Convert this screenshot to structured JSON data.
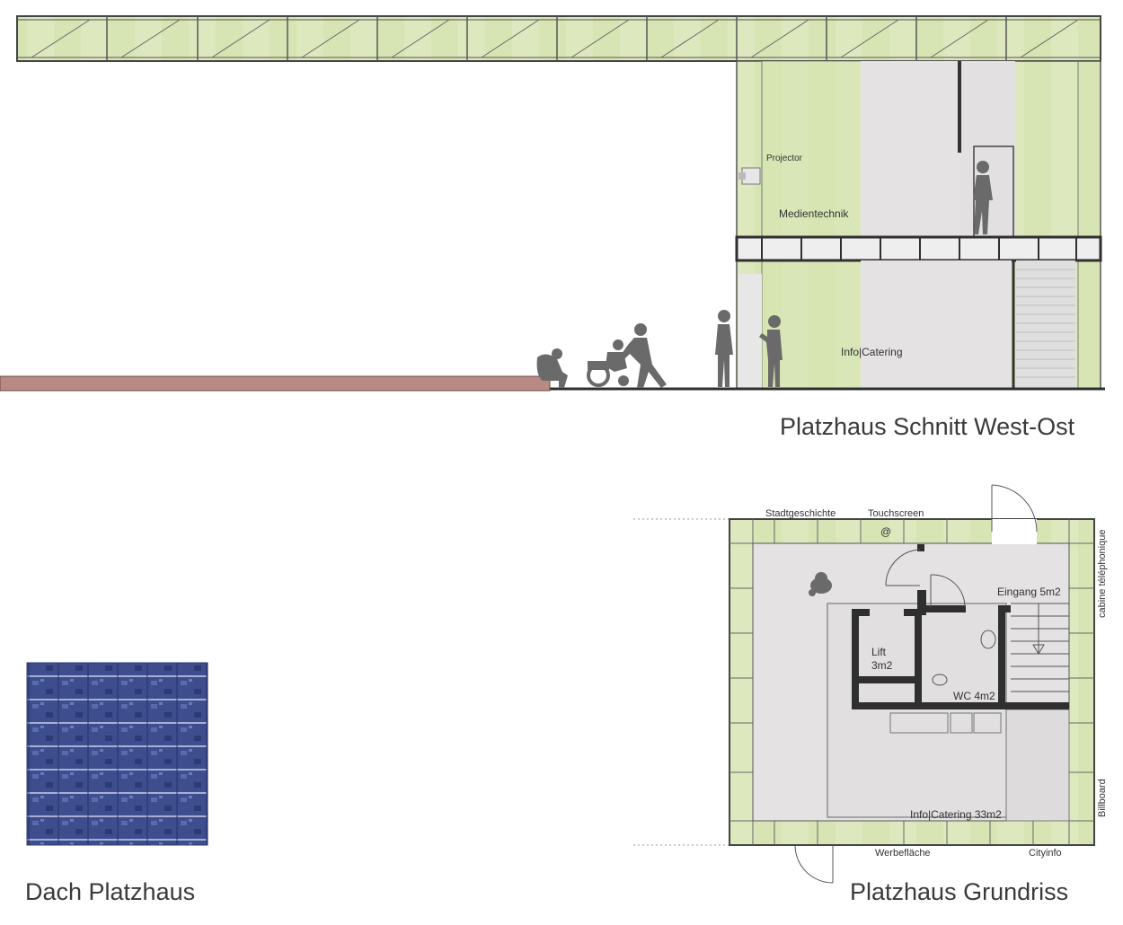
{
  "section": {
    "caption": "Platzhaus Schnitt West-Ost",
    "labels": {
      "projector": "Projector",
      "medientechnik": "Medientechnik",
      "info_catering": "Info|Catering"
    }
  },
  "plan": {
    "caption": "Platzhaus Grundriss",
    "labels": {
      "stadtgeschichte": "Stadtgeschichte",
      "touchscreen": "Touchscreen",
      "at_symbol": "@",
      "eingang": "Eingang 5m2",
      "cabine": "cabine téléphonique",
      "lift_1": "Lift",
      "lift_2": "3m2",
      "wc": "WC 4m2",
      "info_catering": "Info|Catering 33m2",
      "billboard": "Billboard",
      "werbeflaeche": "Werbefläche",
      "cityinfo": "Cityinfo"
    }
  },
  "roof": {
    "caption": "Dach Platzhaus"
  },
  "colors": {
    "glass": "#dfe9c2",
    "glass_dark": "#c9d9a4",
    "wall": "#e4e2e3",
    "frame": "#2f2f2f",
    "ground_strip": "#b98985",
    "figure": "#6a6a6a",
    "solar": "#3c4c8c"
  }
}
